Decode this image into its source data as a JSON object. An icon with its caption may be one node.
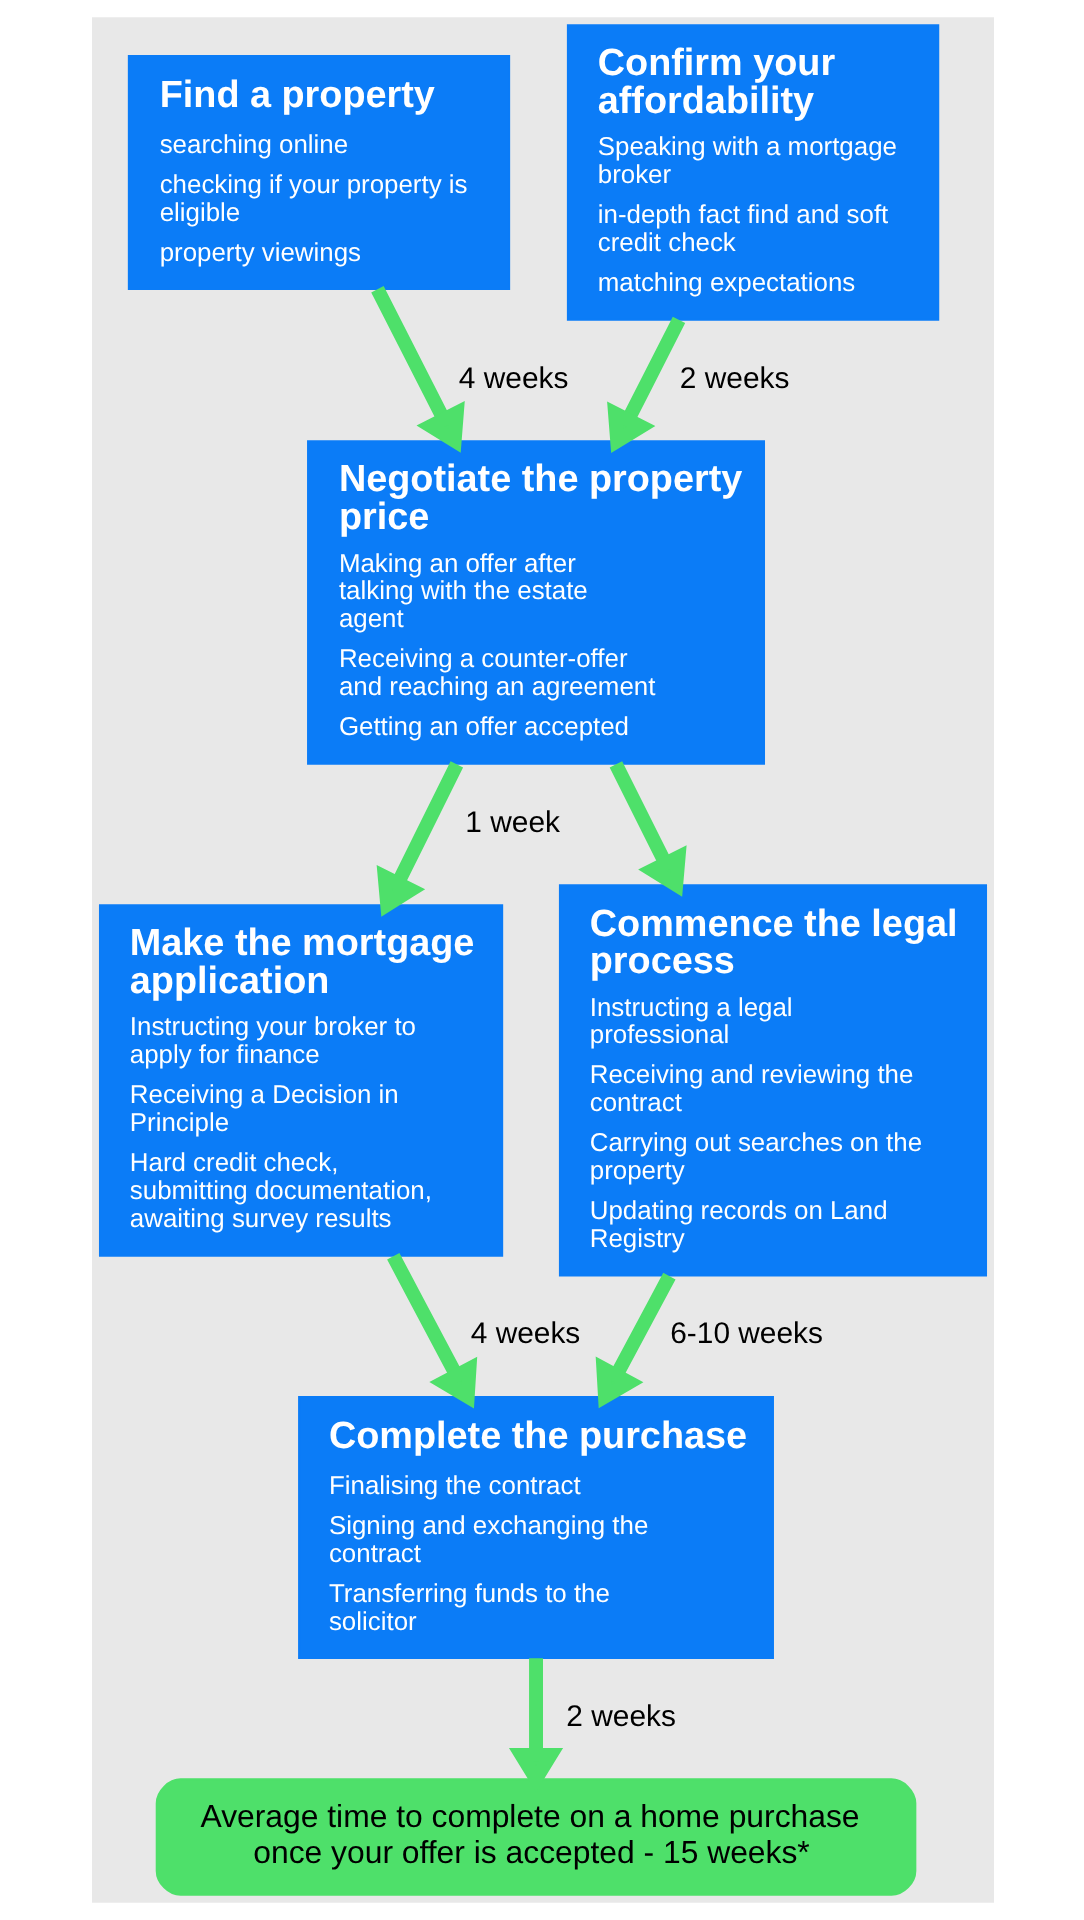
{
  "diagram": {
    "nodes": [
      {
        "text": [
          "Find a property",
          "searching online",
          "checking if your property is eligible",
          "property viewings"
        ]
      },
      {
        "text": [
          "Confirm your affordability",
          "Speaking with a mortgage broker",
          "in-depth fact find and soft credit check",
          "matching expectations"
        ]
      },
      {
        "text": [
          "Negotiate the property price",
          "Making an offer after talking with the estate agent",
          "Receiving a counter-offer and reaching an agreement",
          "Getting an offer accepted"
        ]
      },
      {
        "text": [
          "Make the mortgage application",
          "Instructing your broker to apply for finance",
          "Receiving a Decision in Principle",
          "Hard credit check, submitting documentation, awaiting survey results"
        ]
      },
      {
        "text": [
          "Commence the legal process",
          "Instructing a legal professional",
          "Receiving and reviewing the contract",
          "Carrying out searches on the property",
          "Updating records on Land Registry"
        ]
      },
      {
        "text": [
          "Complete the purchase",
          "Finalising the contract",
          "Signing and exchanging the contract",
          "Transferring funds to the solicitor"
        ]
      },
      {
        "text": [
          "Average time to complete on a home purchase once your offer is accepted - 15 weeks*"
        ]
      }
    ],
    "edges": [
      {
        "from": 0,
        "to": 2,
        "arrow": "to",
        "label": "4 weeks"
      },
      {
        "from": 1,
        "to": 2,
        "arrow": "to",
        "label": "2 weeks"
      },
      {
        "from": 2,
        "to": 3,
        "arrow": "to",
        "label": "1 week"
      },
      {
        "from": 2,
        "to": 4,
        "arrow": "to"
      },
      {
        "from": 3,
        "to": 5,
        "arrow": "to",
        "label": "4 weeks"
      },
      {
        "from": 4,
        "to": 5,
        "arrow": "to",
        "label": "6-10 weeks"
      },
      {
        "from": 5,
        "to": 6,
        "arrow": "to",
        "label": "2 weeks"
      }
    ]
  }
}
